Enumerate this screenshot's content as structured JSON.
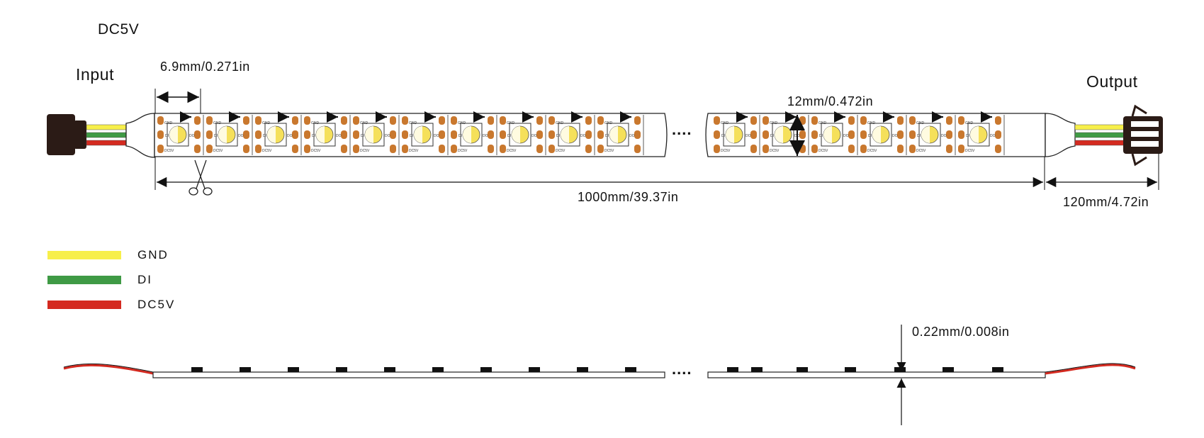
{
  "labels": {
    "voltage": "DC5V",
    "input": "Input",
    "output": "Output",
    "pitch": "6.9mm/0.271in",
    "width": "12mm/0.472in",
    "length": "1000mm/39.37in",
    "lead_length": "120mm/4.72in",
    "thickness": "0.22mm/0.008in",
    "ellipsis": "....",
    "ellipsis_side": "...."
  },
  "legend": [
    {
      "label": "GND",
      "color": "#f7ef4a"
    },
    {
      "label": "DI",
      "color": "#3f9a45"
    },
    {
      "label": "DC5V",
      "color": "#d42a20"
    }
  ],
  "pad_labels": {
    "top": "GND",
    "middle": "DI",
    "bottom": "DC5V",
    "left_middle": "DO"
  },
  "colors": {
    "strip_outline": "#222222",
    "pad": "#c9782e",
    "connector": "#2b1b16",
    "led_warm": "#f5e05a"
  },
  "icons": [
    "scissors-icon",
    "arrow-icon",
    "connector-male-icon",
    "connector-female-icon"
  ]
}
